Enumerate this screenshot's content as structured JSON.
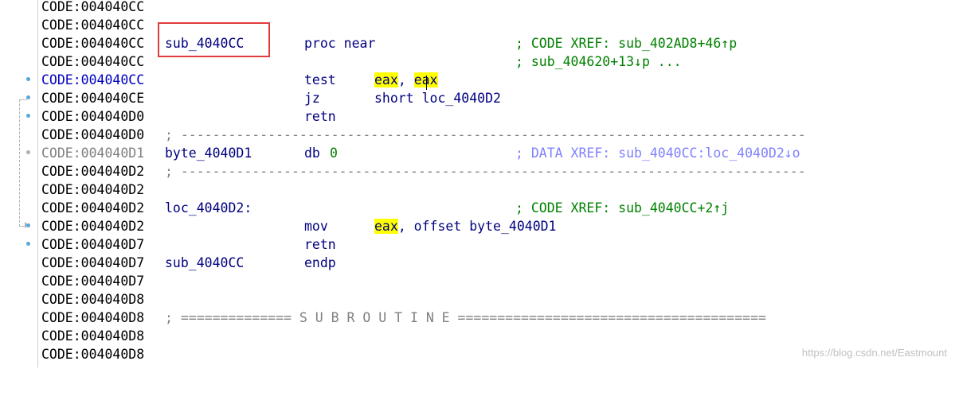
{
  "rows": [
    {
      "addr": "CODE:004040CC"
    },
    {
      "addr": "CODE:004040CC"
    },
    {
      "addr": "CODE:004040CC",
      "label": "sub_4040CC",
      "mnem": "proc near",
      "cmt": "; CODE XREF: sub_402AD8+46↑p"
    },
    {
      "addr": "CODE:004040CC",
      "cmt": "; sub_404620+13↓p ..."
    },
    {
      "addr": "CODE:004040CC",
      "mnem": "test",
      "op1": "eax",
      "op_sep": ", ",
      "op2": "eax"
    },
    {
      "addr": "CODE:004040CE",
      "mnem": "jz",
      "ops": "short loc_4040D2"
    },
    {
      "addr": "CODE:004040D0",
      "mnem": "retn"
    },
    {
      "addr": "CODE:004040D0",
      "sep": "; -------------------------------------------------------------------------------"
    },
    {
      "addr": "CODE:004040D1",
      "label": "byte_4040D1",
      "mnem": "db",
      "num": "0",
      "cmt": "; DATA XREF: sub_4040CC:loc_4040D2↓o"
    },
    {
      "addr": "CODE:004040D2",
      "sep": "; -------------------------------------------------------------------------------"
    },
    {
      "addr": "CODE:004040D2"
    },
    {
      "addr": "CODE:004040D2",
      "label": "loc_4040D2:",
      "cmt": "; CODE XREF: sub_4040CC+2↑j"
    },
    {
      "addr": "CODE:004040D2",
      "mnem": "mov",
      "op1": "eax",
      "ops_rest": ", offset byte_4040D1"
    },
    {
      "addr": "CODE:004040D7",
      "mnem": "retn"
    },
    {
      "addr": "CODE:004040D7",
      "label": "sub_4040CC",
      "mnem": "endp"
    },
    {
      "addr": "CODE:004040D7"
    },
    {
      "addr": "CODE:004040D8"
    },
    {
      "addr": "CODE:004040D8",
      "sep": "; ============== S U B R O U T I N E ======================================="
    },
    {
      "addr": "CODE:004040D8"
    },
    {
      "addr": "CODE:004040D8"
    }
  ],
  "watermark": "https://blog.csdn.net/Eastmount"
}
